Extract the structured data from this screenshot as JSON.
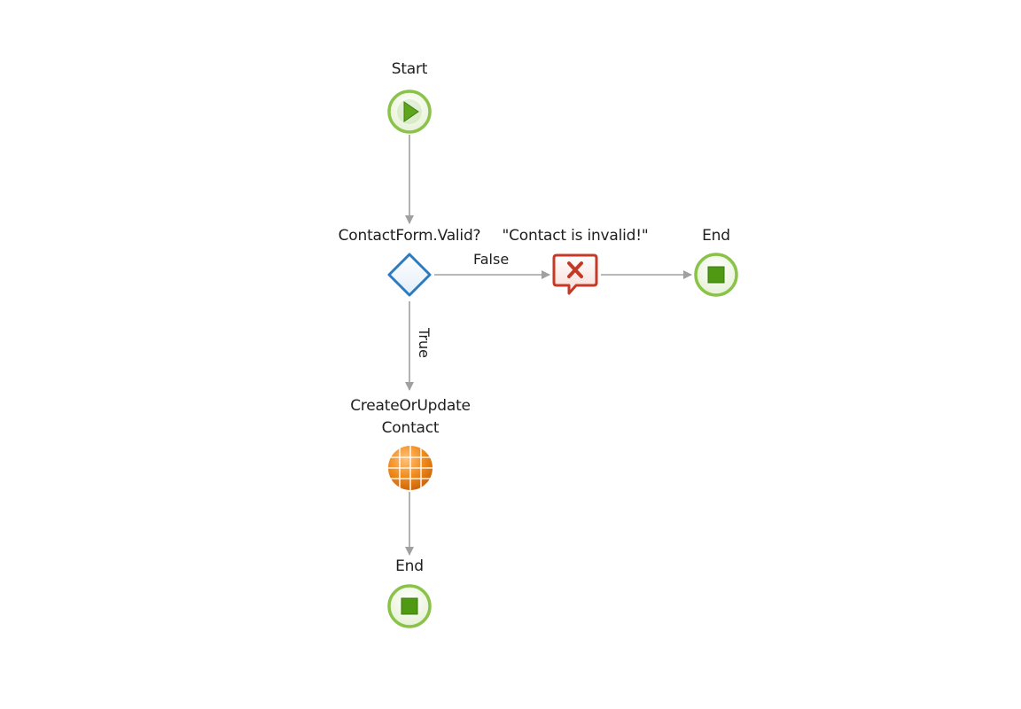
{
  "flow": {
    "start": {
      "label": "Start",
      "icon": "start-play-icon"
    },
    "decision": {
      "label": "ContactForm.Valid?",
      "icon": "diamond-if-icon"
    },
    "raise_error": {
      "label": "\"Contact is invalid!\"",
      "icon": "error-message-icon"
    },
    "end_false": {
      "label": "End",
      "icon": "end-stop-icon"
    },
    "create_update": {
      "label_line1": "CreateOrUpdate",
      "label_line2": "Contact",
      "icon": "entity-action-icon"
    },
    "end_true": {
      "label": "End",
      "icon": "end-stop-icon"
    },
    "edges": {
      "false_label": "False",
      "true_label": "True"
    }
  },
  "colors": {
    "start_ring": "#8bc34a",
    "start_fill": "#5ca51c",
    "end_square": "#4f9a12",
    "decision_stroke": "#2b7bc0",
    "error_stroke": "#c43a26",
    "entity_orange": "#f08a1c",
    "edge_gray": "#a0a0a0"
  }
}
